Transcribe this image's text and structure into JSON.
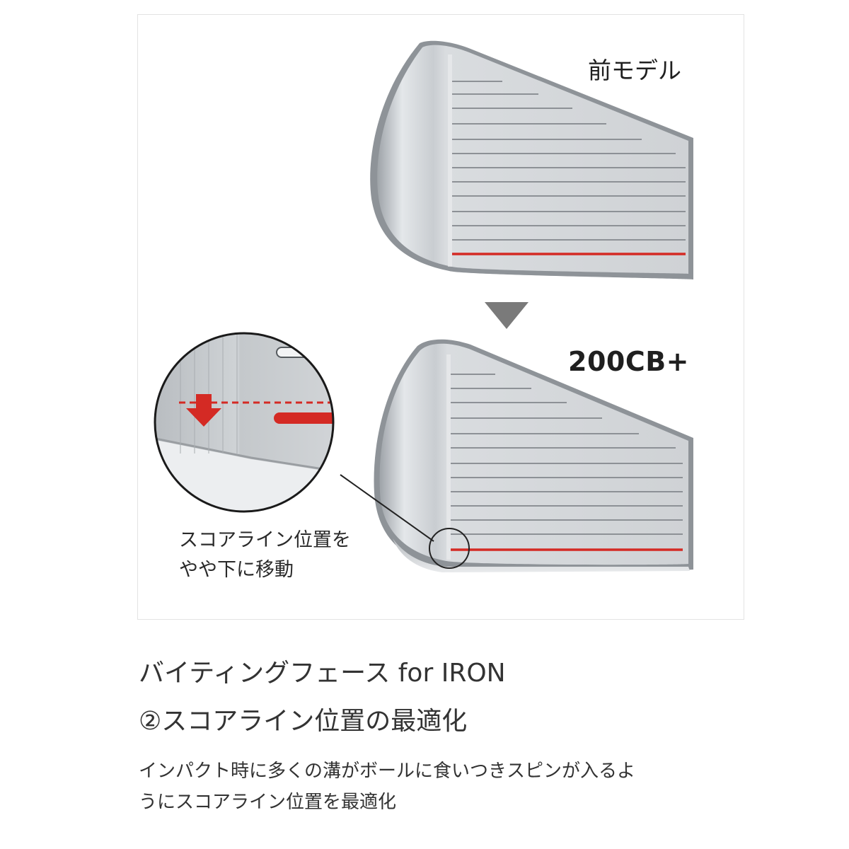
{
  "figure": {
    "previous_model_label": "前モデル",
    "new_model_label": "200CB+",
    "callout_note_lines": [
      "スコアライン位置を",
      "やや下に移動"
    ],
    "arrow_icon": "down-triangle-icon",
    "highlight_color": "#d42a24"
  },
  "text": {
    "headline_line1": "バイティングフェース for IRON",
    "headline_line2": "②スコアライン位置の最適化",
    "description_lines": [
      "インパクト時に多くの溝がボールに食いつきスピンが入るよ",
      "うにスコアライン位置を最適化"
    ]
  }
}
